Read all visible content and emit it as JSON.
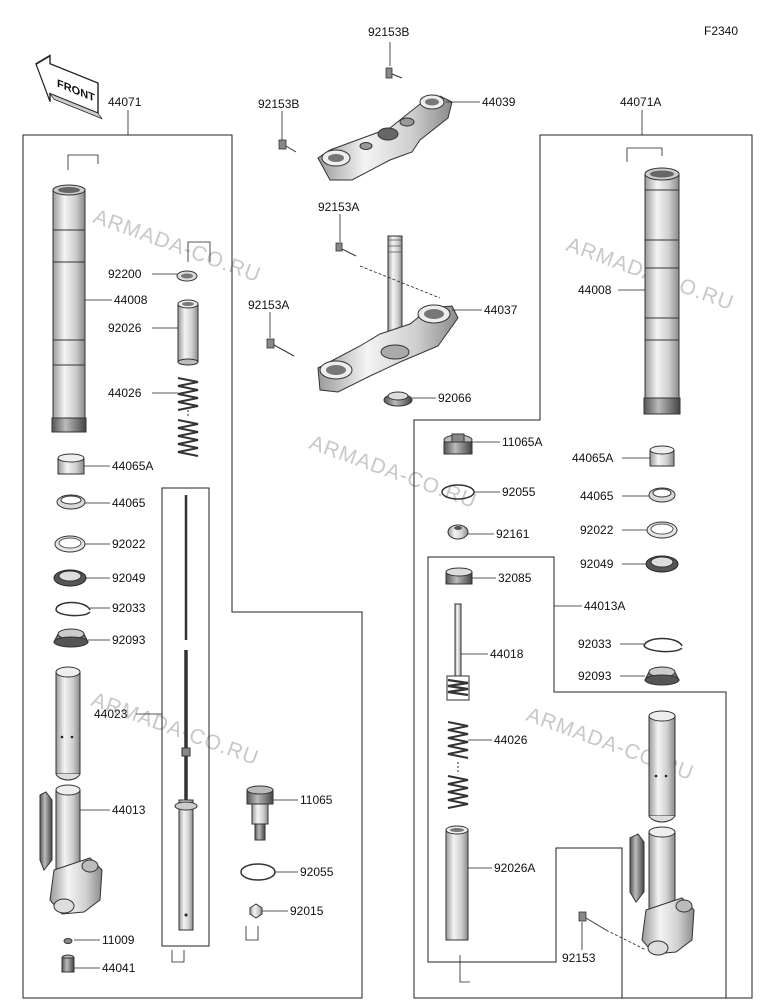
{
  "diagram_code": "F2340",
  "front_label": "FRONT",
  "watermark": "ARMADA-CO.RU",
  "labels": {
    "p92153B_top": "92153B",
    "p44039": "44039",
    "p92153B_left": "92153B",
    "p44071": "44071",
    "p44071A": "44071A",
    "p92153A_top": "92153A",
    "p92153A_left": "92153A",
    "p44037": "44037",
    "p92066": "92066",
    "p92200": "92200",
    "p44008_l": "44008",
    "p92026": "92026",
    "p44026_l": "44026",
    "p44065A_l": "44065A",
    "p44065_l": "44065",
    "p92022_l": "92022",
    "p92049_l": "92049",
    "p92033_l": "92033",
    "p92093_l": "92093",
    "p44023": "44023",
    "p44013": "44013",
    "p11065": "11065",
    "p92055_l": "92055",
    "p92015": "92015",
    "p11009": "11009",
    "p44041": "44041",
    "p44008_r": "44008",
    "p11065A": "11065A",
    "p44065A_r": "44065A",
    "p92055_r": "92055",
    "p44065_r": "44065",
    "p92161": "92161",
    "p92022_r": "92022",
    "p32085": "32085",
    "p92049_r": "92049",
    "p44013A": "44013A",
    "p44018": "44018",
    "p92033_r": "92033",
    "p92093_r": "92093",
    "p44026_r": "44026",
    "p92026A": "92026A",
    "p92153": "92153"
  }
}
